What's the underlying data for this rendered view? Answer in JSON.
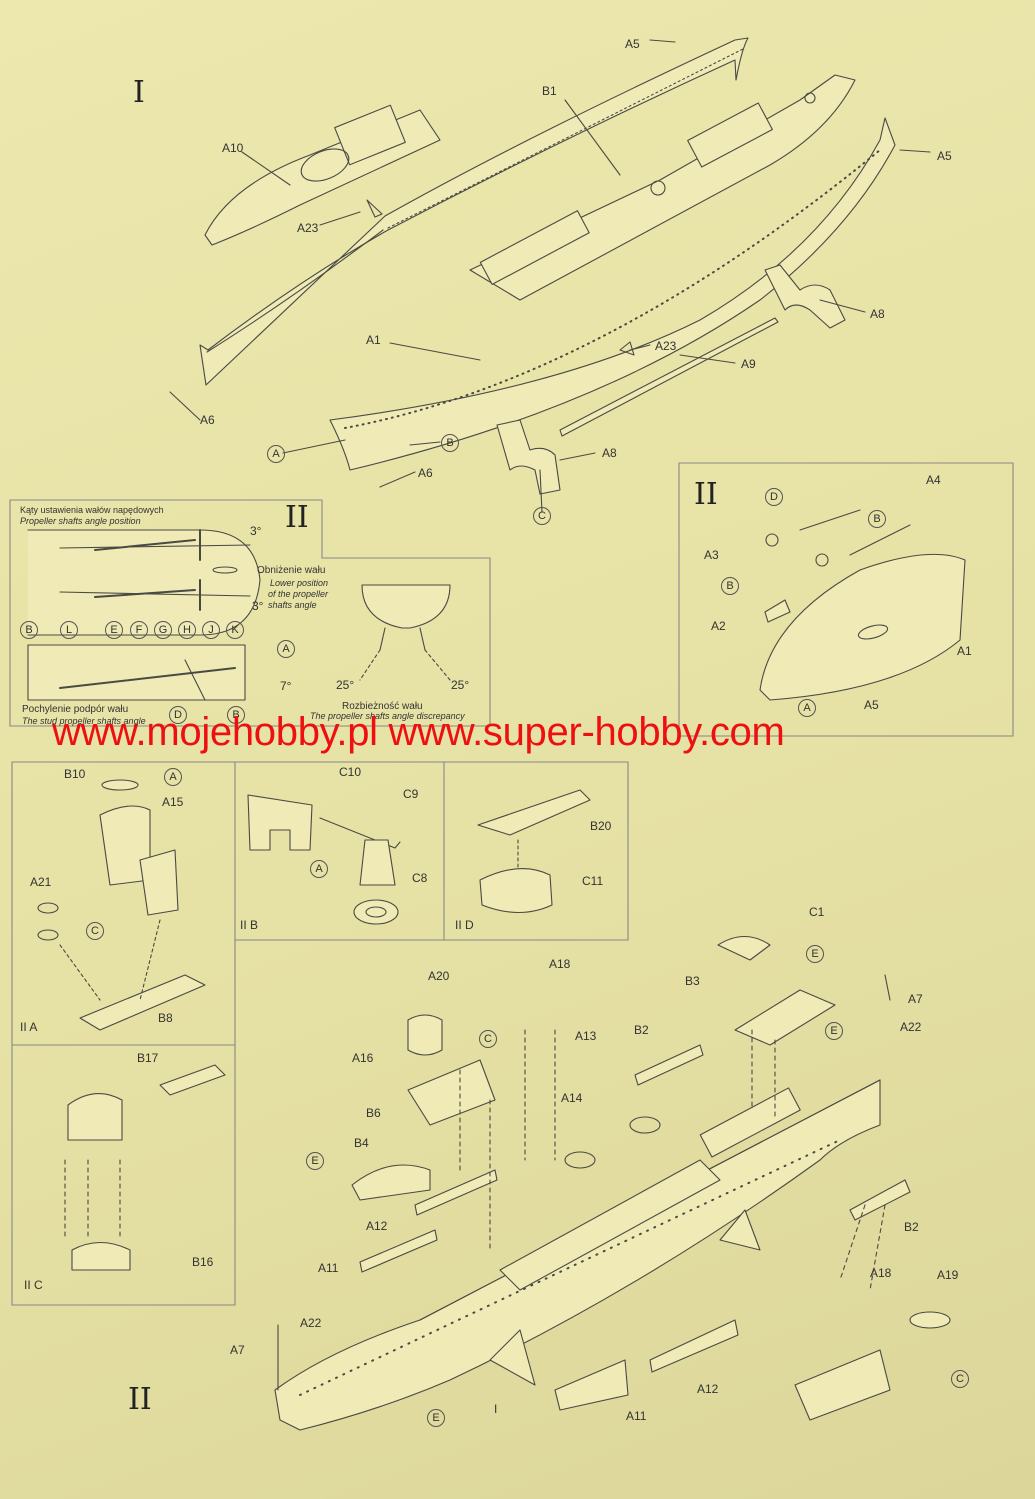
{
  "sections": {
    "step_I": "I",
    "step_II_top": "II",
    "step_II_box": "II",
    "step_II_main": "II",
    "sub_IIA": "II A",
    "sub_IIB": "II B",
    "sub_IIC": "II C",
    "sub_IID": "II D"
  },
  "diagram_shafts": {
    "title_pl": "Kąty ustawienia wałów napędowych",
    "title_en": "Propeller shafts angle position",
    "angle_top": "3°",
    "angle_mid": "3°",
    "angle_strut": "7°",
    "lower_pl": "Obniżenie wału",
    "lower_en_1": "Lower position",
    "lower_en_2": "of the propeller",
    "lower_en_3": "shafts angle",
    "strut_pl": "Pochylenie podpór wału",
    "strut_en": "The stud propeller shafts angle",
    "disc_pl": "Rozbieżność wału",
    "disc_en": "The propeller shafts angle discrepancy",
    "angle_left": "25°",
    "angle_right": "25°",
    "letters": [
      "B",
      "L",
      "E",
      "F",
      "G",
      "H",
      "J",
      "K"
    ],
    "letter_A": "A",
    "letter_D": "D",
    "letter_B2": "B"
  },
  "watermark": "www.mojehobby.pl www.super-hobby.com",
  "parts": {
    "A5_top": "A5",
    "B1": "B1",
    "A10": "A10",
    "A23_1": "A23",
    "A5_right": "A5",
    "A1_top": "A1",
    "A8_1": "A8",
    "A23_2": "A23",
    "A9": "A9",
    "A6_1": "A6",
    "A6_2": "A6",
    "A8_2": "A8",
    "A4": "A4",
    "A3": "A3",
    "A2": "A2",
    "A1_box": "A1",
    "A5_box": "A5",
    "B10": "B10",
    "A15": "A15",
    "A21": "A21",
    "B8": "B8",
    "C10": "C10",
    "C9": "C9",
    "C8": "C8",
    "B20": "B20",
    "C11": "C11",
    "B17": "B17",
    "B16": "B16",
    "C1": "C1",
    "A20": "A20",
    "A18_1": "A18",
    "B3": "B3",
    "A7_1": "A7",
    "A22_1": "A22",
    "A16": "A16",
    "A13": "A13",
    "B2_1": "B2",
    "B6": "B6",
    "A14": "A14",
    "B4": "B4",
    "A12_1": "A12",
    "B2_2": "B2",
    "A11_1": "A11",
    "A18_2": "A18",
    "A19": "A19",
    "A22_2": "A22",
    "A7_2": "A7",
    "A12_2": "A12",
    "A11_2": "A11",
    "I_mark": "I"
  },
  "circled": {
    "A_1": "A",
    "B_1": "B",
    "C_1": "C",
    "D_box": "D",
    "B_box1": "B",
    "B_box2": "B",
    "A_box": "A",
    "A_IIA": "A",
    "C_IIA": "C",
    "A_IIB": "A",
    "E_1": "E",
    "E_2": "E",
    "C_2": "C",
    "E_3": "E",
    "E_4": "E",
    "C_3": "C"
  }
}
